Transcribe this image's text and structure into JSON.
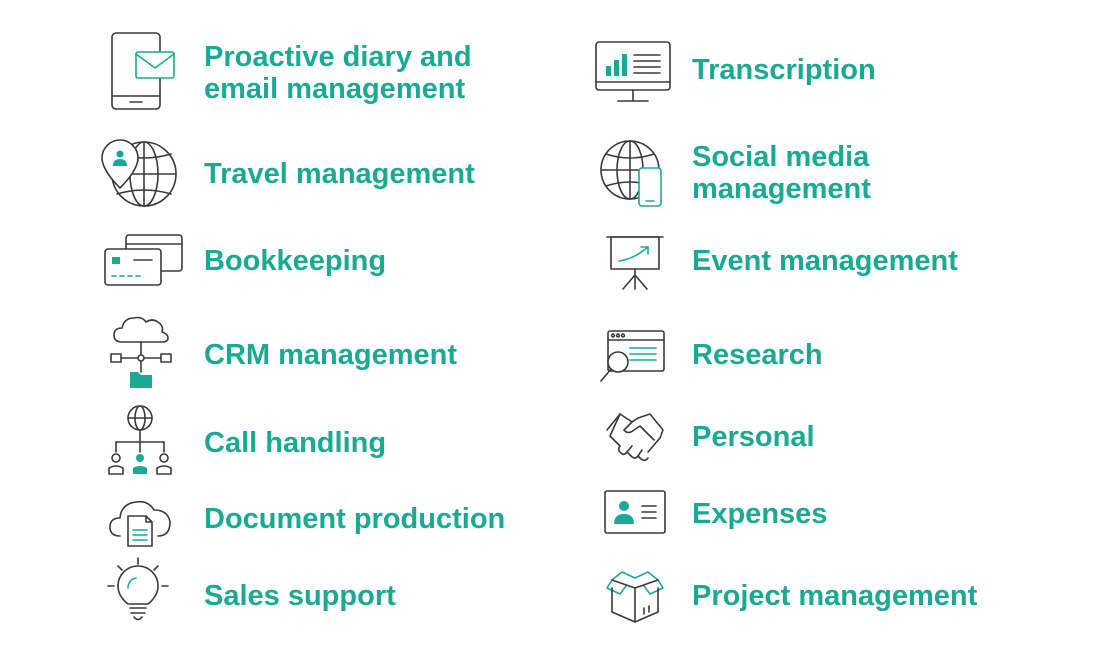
{
  "accent_color": "#1aaa94",
  "icon_color": "#3a3a3a",
  "services": [
    {
      "icon": "tablet-email-icon",
      "lines": [
        "Proactive diary and",
        "email management"
      ]
    },
    {
      "icon": "monitor-chart-icon",
      "lines": [
        "Transcription"
      ]
    },
    {
      "icon": "globe-location-icon",
      "lines": [
        "Travel management"
      ]
    },
    {
      "icon": "globe-phone-icon",
      "lines": [
        "Social media",
        "management"
      ]
    },
    {
      "icon": "cards-icon",
      "lines": [
        "Bookkeeping"
      ]
    },
    {
      "icon": "presentation-board-icon",
      "lines": [
        "Event management"
      ]
    },
    {
      "icon": "cloud-network-icon",
      "lines": [
        "CRM management"
      ]
    },
    {
      "icon": "browser-search-icon",
      "lines": [
        "Research"
      ]
    },
    {
      "icon": "globe-hierarchy-icon",
      "lines": [
        "Call handling"
      ]
    },
    {
      "icon": "handshake-icon",
      "lines": [
        "Personal"
      ]
    },
    {
      "icon": "cloud-document-icon",
      "lines": [
        "Document production"
      ]
    },
    {
      "icon": "id-card-icon",
      "lines": [
        "Expenses"
      ]
    },
    {
      "icon": "lightbulb-icon",
      "lines": [
        "Sales support"
      ]
    },
    {
      "icon": "open-box-icon",
      "lines": [
        "Project management"
      ]
    }
  ]
}
